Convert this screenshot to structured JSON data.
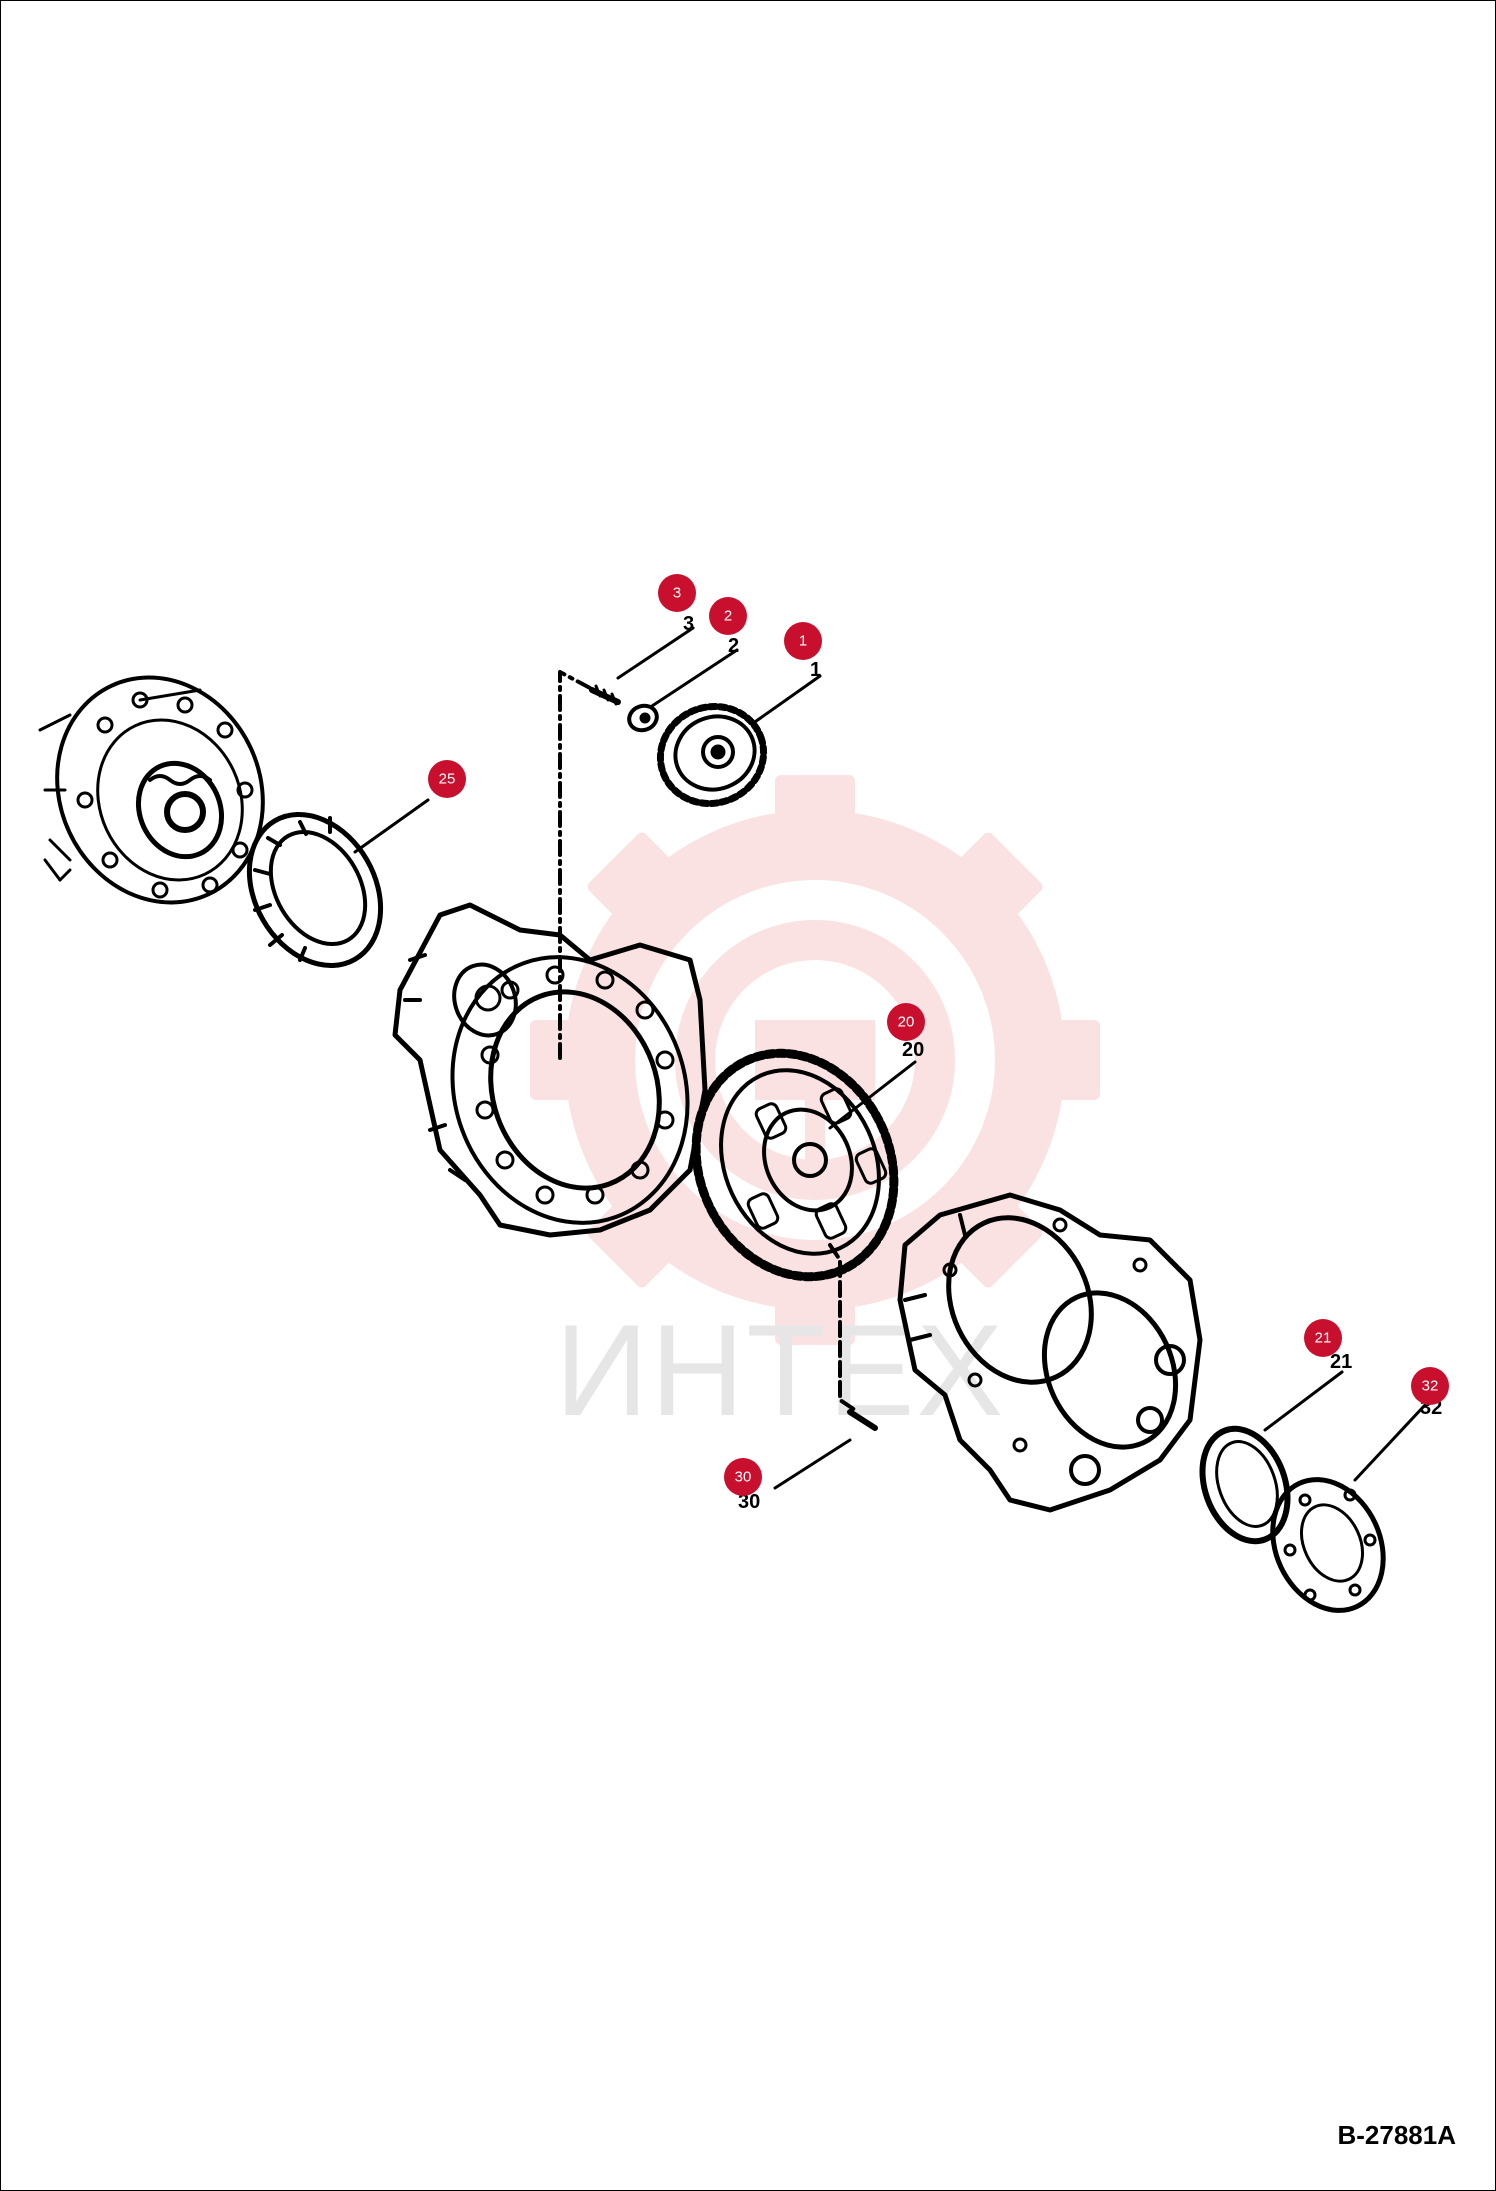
{
  "watermark": {
    "text": "ИНТЕХ",
    "color": "#f4b8bc"
  },
  "callouts": [
    {
      "id": "callout-3",
      "label": "3"
    },
    {
      "id": "callout-2",
      "label": "2"
    },
    {
      "id": "callout-1",
      "label": "1"
    },
    {
      "id": "callout-25",
      "label": "25"
    },
    {
      "id": "callout-20",
      "label": "20"
    },
    {
      "id": "callout-21",
      "label": "21"
    },
    {
      "id": "callout-32",
      "label": "32"
    },
    {
      "id": "callout-30",
      "label": "30"
    }
  ],
  "callout_color": "#c8102e",
  "document_id": "B-27881A"
}
